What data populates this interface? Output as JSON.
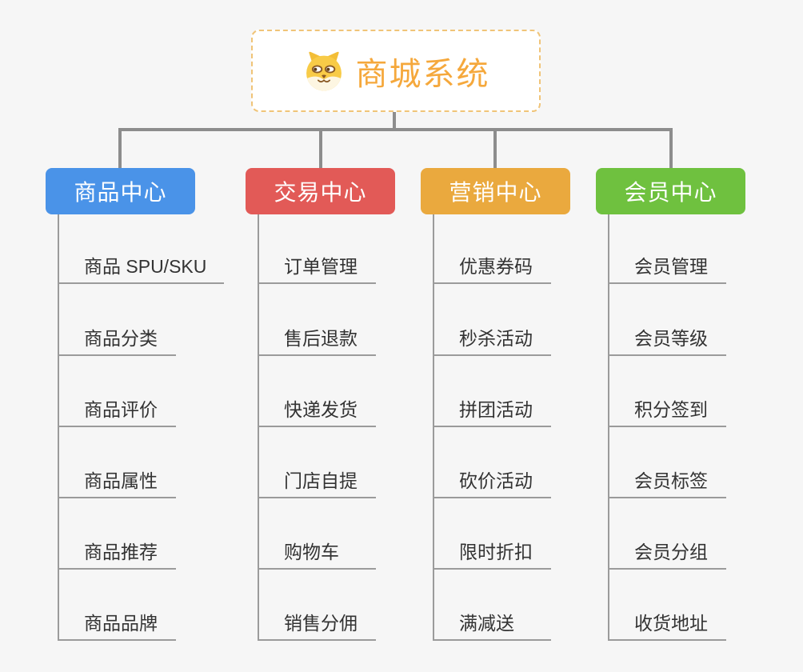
{
  "root": {
    "title": "商城系统",
    "icon": "dog-icon"
  },
  "branches": [
    {
      "id": "product-center",
      "label": "商品中心",
      "color": "#4A93E8",
      "items": [
        "商品 SPU/SKU",
        "商品分类",
        "商品评价",
        "商品属性",
        "商品推荐",
        "商品品牌"
      ]
    },
    {
      "id": "trade-center",
      "label": "交易中心",
      "color": "#E25A57",
      "items": [
        "订单管理",
        "售后退款",
        "快递发货",
        "门店自提",
        "购物车",
        "销售分佣"
      ]
    },
    {
      "id": "marketing-center",
      "label": "营销中心",
      "color": "#EAA93E",
      "items": [
        "优惠券码",
        "秒杀活动",
        "拼团活动",
        "砍价活动",
        "限时折扣",
        "满减送"
      ]
    },
    {
      "id": "member-center",
      "label": "会员中心",
      "color": "#6FC13F",
      "items": [
        "会员管理",
        "会员等级",
        "积分签到",
        "会员标签",
        "会员分组",
        "收货地址"
      ]
    }
  ],
  "palette": {
    "background": "#f6f6f6",
    "connector": "#8d8d8d",
    "leaf_line": "#9b9b9b",
    "leaf_text": "#333333",
    "root_border": "#f0c478",
    "root_text": "#f5a83c",
    "node_text": "#ffffff"
  }
}
